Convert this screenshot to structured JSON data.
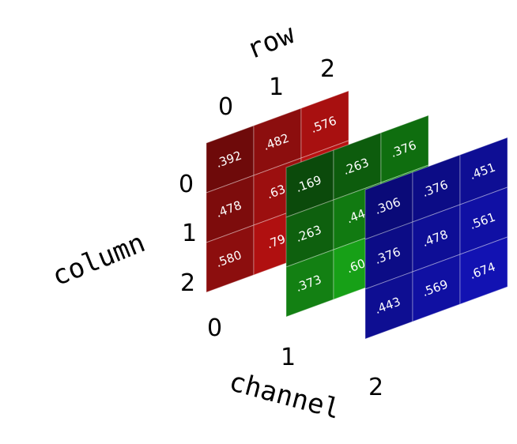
{
  "axes": {
    "row": {
      "title": "row",
      "ticks": [
        "0",
        "1",
        "2"
      ]
    },
    "column": {
      "title": "column",
      "ticks": [
        "0",
        "1",
        "2"
      ]
    },
    "channel": {
      "title": "channel",
      "ticks": [
        "0",
        "1",
        "2"
      ]
    }
  },
  "channels": [
    {
      "color": "red",
      "values": [
        [
          ".392",
          ".482",
          ".576"
        ],
        [
          ".478",
          ".63",
          ""
        ],
        [
          ".580",
          ".79",
          ""
        ]
      ],
      "shades": [
        [
          "#6e0a0a",
          "#8c0e0e",
          "#a81010"
        ],
        [
          "#7d0c0c",
          "#9c0f0f",
          "#b81212"
        ],
        [
          "#8c0e0e",
          "#b01010",
          "#d41414"
        ]
      ]
    },
    {
      "color": "green",
      "values": [
        [
          ".169",
          ".263",
          ".376"
        ],
        [
          ".263",
          ".44",
          ""
        ],
        [
          ".373",
          ".60",
          ""
        ]
      ],
      "shades": [
        [
          "#0b4a0b",
          "#0d5c0d",
          "#0f6e0f"
        ],
        [
          "#0e600e",
          "#117a11",
          "#139013"
        ],
        [
          "#138013",
          "#17a017",
          "#1aae1a"
        ]
      ]
    },
    {
      "color": "blue",
      "values": [
        [
          ".306",
          ".376",
          ".451"
        ],
        [
          ".376",
          ".478",
          ".561"
        ],
        [
          ".443",
          ".569",
          ".674"
        ]
      ],
      "shades": [
        [
          "#0a0a78",
          "#0c0c86",
          "#0e0e94"
        ],
        [
          "#0c0c86",
          "#0e0e96",
          "#1010a4"
        ],
        [
          "#0e0e92",
          "#1010a2",
          "#1212b2"
        ]
      ]
    }
  ]
}
